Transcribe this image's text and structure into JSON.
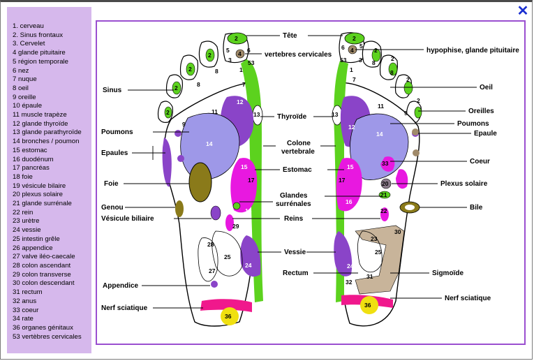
{
  "close_icon": "close-icon",
  "legend": [
    "1. cerveau",
    "2. Sinus frontaux",
    "3. Cervelet",
    "4 glande pituitaire",
    "5 région temporale",
    "6 nez",
    "7 nuque",
    "8 oeil",
    "9 oreille",
    "10 épaule",
    "11 muscle trapèze",
    "12 glande thyroïde",
    "13 glande parathyroïde",
    "14 bronches / poumon",
    "15 estomac",
    "16 duodénum",
    "17 pancréas",
    "18 foie",
    "19 vésicule bilaire",
    "20 plexus solaire",
    "21 glande surrénale",
    "22 rein",
    "23 urètre",
    "24 vessie",
    "25 intestin grêle",
    "26 appendice",
    "27 valve iléo-caecale",
    "28 colon ascendant",
    "29 colon transverse",
    "30 colon descendant",
    "31 rectum",
    "32 anus",
    "33 coeur",
    "34 rate",
    "36 organes génitaux",
    "53 vertèbres cervicales"
  ],
  "labels_left": {
    "sinus": "Sinus",
    "poumons": "Poumons",
    "epaules": "Epaules",
    "foie": "Foie",
    "genou": "Genou",
    "vesicule": "Vésicule biliaire",
    "appendice": "Appendice",
    "nerf": "Nerf sciatique"
  },
  "labels_center": {
    "tete": "Tête",
    "vertebres": "vertebres cervicales",
    "thyroide": "Thyroïde",
    "colonne_1": "Colone",
    "colonne_2": "vertebrale",
    "estomac": "Estomac",
    "glandes_1": "Glandes",
    "glandes_2": "surrénales",
    "reins": "Reins",
    "vessie": "Vessie",
    "rectum": "Rectum"
  },
  "labels_right": {
    "hypophise": "hypophise, glande pituitaire",
    "oeil": "Oeil",
    "oreilles": "Oreilles",
    "poumons": "Poumons",
    "epaule": "Epaule",
    "coeur": "Coeur",
    "plexus": "Plexus solaire",
    "bile": "Bile",
    "sigmoide": "Sigmoïde",
    "nerf": "Nerf sciatique"
  },
  "zone_numbers": {
    "n1": "1",
    "n2": "2",
    "n3": "3",
    "n4": "4",
    "n5": "5",
    "n6": "6",
    "n7": "7",
    "n8": "8",
    "n9": "9",
    "n11": "11",
    "n12": "12",
    "n13": "13",
    "n14": "14",
    "n15": "15",
    "n16": "16",
    "n17": "17",
    "n20": "20",
    "n21": "21",
    "n22": "22",
    "n23": "23",
    "n24": "24",
    "n25": "25",
    "n27": "27",
    "n28": "28",
    "n29": "29",
    "n30": "30",
    "n31": "31",
    "n32": "32",
    "n33": "33",
    "n36": "36",
    "n53": "53"
  },
  "colors": {
    "panel": "#d6b8ec",
    "border": "#9a4fd0",
    "green": "#5cd21e",
    "purple": "#8a44c8",
    "lavender": "#9e98e8",
    "magenta": "#e818e0",
    "pink": "#f0188c",
    "yellow": "#f0e010",
    "olive": "#8a7a1a",
    "tan": "#c8b49a",
    "brown": "#a08a6a"
  }
}
